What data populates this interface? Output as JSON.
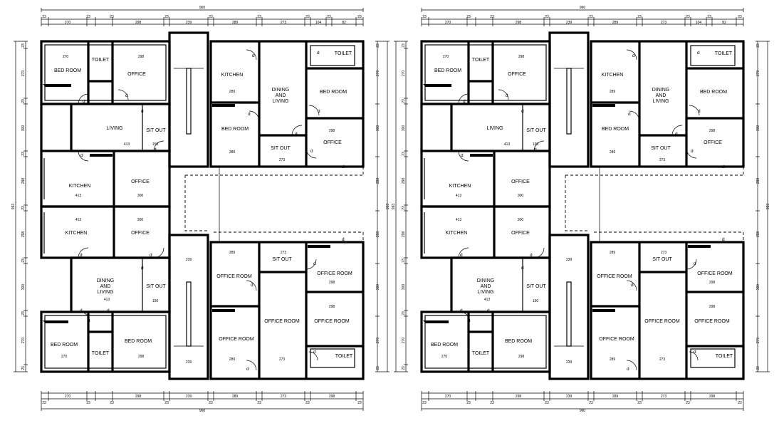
{
  "overall": {
    "top_width": "960",
    "bottom_width": "960",
    "left_height": "993",
    "right_height": "993"
  },
  "top_dims": [
    "23",
    "270",
    "23",
    "23",
    "298",
    "23",
    "239",
    "23",
    "289",
    "23",
    "273",
    "23",
    "104",
    "23",
    "82",
    "23"
  ],
  "bottom_dims": [
    "23",
    "270",
    "23",
    "23",
    "298",
    "23",
    "239",
    "23",
    "289",
    "23",
    "273",
    "23",
    "298",
    "23"
  ],
  "side_dims": [
    "23",
    "270",
    "23",
    "300",
    "23",
    "298",
    "23",
    "298",
    "23",
    "300",
    "23",
    "270",
    "23"
  ],
  "door_mark": "d",
  "rooms": [
    {
      "key": "bed_tl",
      "label": "BED ROOM"
    },
    {
      "key": "toilet_tl",
      "label": "TOILET"
    },
    {
      "key": "office_tl",
      "label": "OFFICE"
    },
    {
      "key": "living",
      "label": "LIVING"
    },
    {
      "key": "sitout_l1",
      "label": "SIT OUT"
    },
    {
      "key": "kitchen_l1",
      "label": "KITCHEN"
    },
    {
      "key": "office_l1",
      "label": "OFFICE"
    },
    {
      "key": "kitchen_l2",
      "label": "KITCHEN"
    },
    {
      "key": "office_l2",
      "label": "OFFICE"
    },
    {
      "key": "dining_l",
      "label": "DINING\nAND\nLIVING"
    },
    {
      "key": "sitout_l2",
      "label": "SIT OUT"
    },
    {
      "key": "bed_bl",
      "label": "BED ROOM"
    },
    {
      "key": "toilet_bl",
      "label": "TOILET"
    },
    {
      "key": "bed_bl2",
      "label": "BED ROOM"
    },
    {
      "key": "kitchen_r",
      "label": "KITCHEN"
    },
    {
      "key": "dining_r",
      "label": "DINING\nAND\nLIVING"
    },
    {
      "key": "toilet_tr",
      "label": "TOILET"
    },
    {
      "key": "bed_tr",
      "label": "BED ROOM"
    },
    {
      "key": "bed_r2",
      "label": "BED ROOM"
    },
    {
      "key": "sitout_r",
      "label": "SIT OUT"
    },
    {
      "key": "office_r",
      "label": "OFFICE"
    },
    {
      "key": "office_room_1",
      "label": "OFFICE ROOM"
    },
    {
      "key": "sitout_r2",
      "label": "SIT OUT"
    },
    {
      "key": "office_room_2",
      "label": "OFFICE ROOM"
    },
    {
      "key": "office_room_3",
      "label": "OFFICE ROOM"
    },
    {
      "key": "office_room_4",
      "label": "OFFICE ROOM"
    },
    {
      "key": "office_room_5",
      "label": "OFFICE ROOM"
    },
    {
      "key": "toilet_br",
      "label": "TOILET"
    }
  ],
  "room_dims": {
    "bed_tl": "270",
    "office_tl": "298",
    "kitchen_1": "413",
    "office_1": "300",
    "kitchen_2": "413",
    "office_2": "300",
    "living": "413",
    "sitout": "150",
    "bed_r": "289",
    "sitout_r": "273",
    "office_r": "298",
    "bed_bl": "270",
    "bed_bl2": "298",
    "stair": "239",
    "office_room": "289",
    "office_room_r": "298"
  }
}
